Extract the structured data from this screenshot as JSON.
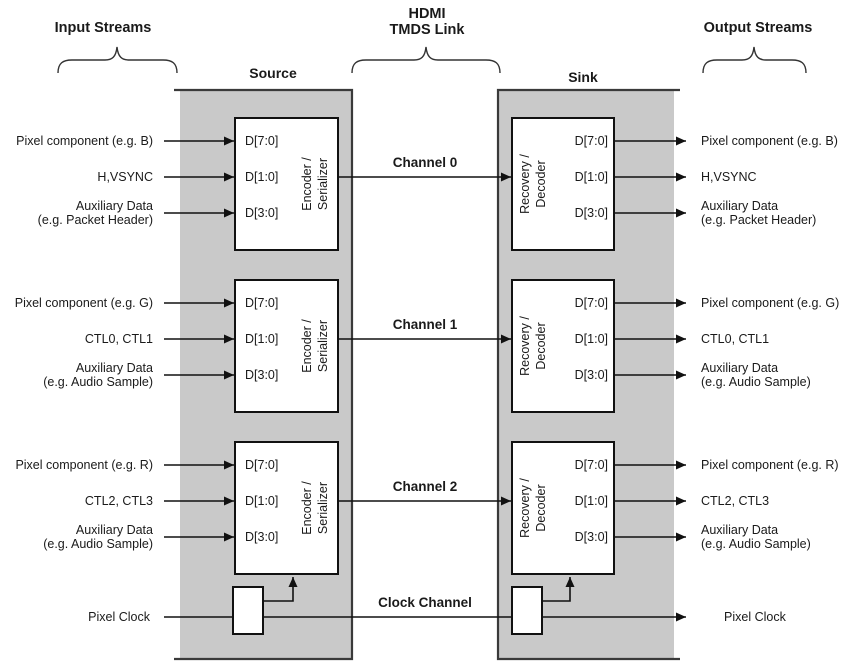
{
  "colors": {
    "panel": "#c9c9c9",
    "panel_border": "#3a3a3a",
    "ink": "#1a1a1a"
  },
  "header": {
    "input_streams": "Input Streams",
    "hdmi": {
      "line1": "HDMI",
      "line2": "TMDS Link"
    },
    "output_streams": "Output Streams",
    "source": "Source",
    "sink": "Sink"
  },
  "source_block": {
    "line1": "Encoder /",
    "line2": "Serializer"
  },
  "sink_block": {
    "line1": "Recovery /",
    "line2": "Decoder"
  },
  "rows": [
    {
      "channel": "Channel 0",
      "ports": [
        "D[7:0]",
        "D[1:0]",
        "D[3:0]"
      ],
      "inputs": [
        {
          "l1": "Pixel component (e.g. B)"
        },
        {
          "l1": "H,VSYNC"
        },
        {
          "l1": "Auxiliary Data",
          "l2": "(e.g. Packet Header)"
        }
      ],
      "outputs": [
        {
          "l1": "Pixel component (e.g. B)"
        },
        {
          "l1": "H,VSYNC"
        },
        {
          "l1": "Auxiliary Data",
          "l2": "(e.g. Packet Header)"
        }
      ]
    },
    {
      "channel": "Channel 1",
      "ports": [
        "D[7:0]",
        "D[1:0]",
        "D[3:0]"
      ],
      "inputs": [
        {
          "l1": "Pixel component (e.g. G)"
        },
        {
          "l1": "CTL0, CTL1"
        },
        {
          "l1": "Auxiliary Data",
          "l2": "(e.g. Audio Sample)"
        }
      ],
      "outputs": [
        {
          "l1": "Pixel component (e.g. G)"
        },
        {
          "l1": "CTL0, CTL1"
        },
        {
          "l1": "Auxiliary Data",
          "l2": "(e.g. Audio Sample)"
        }
      ]
    },
    {
      "channel": "Channel 2",
      "ports": [
        "D[7:0]",
        "D[1:0]",
        "D[3:0]"
      ],
      "inputs": [
        {
          "l1": "Pixel component (e.g. R)"
        },
        {
          "l1": "CTL2, CTL3"
        },
        {
          "l1": "Auxiliary Data",
          "l2": "(e.g. Audio Sample)"
        }
      ],
      "outputs": [
        {
          "l1": "Pixel component (e.g. R)"
        },
        {
          "l1": "CTL2, CTL3"
        },
        {
          "l1": "Auxiliary Data",
          "l2": "(e.g. Audio Sample)"
        }
      ]
    }
  ],
  "clock": {
    "input": "Pixel Clock",
    "channel": "Clock Channel",
    "output": "Pixel Clock"
  }
}
